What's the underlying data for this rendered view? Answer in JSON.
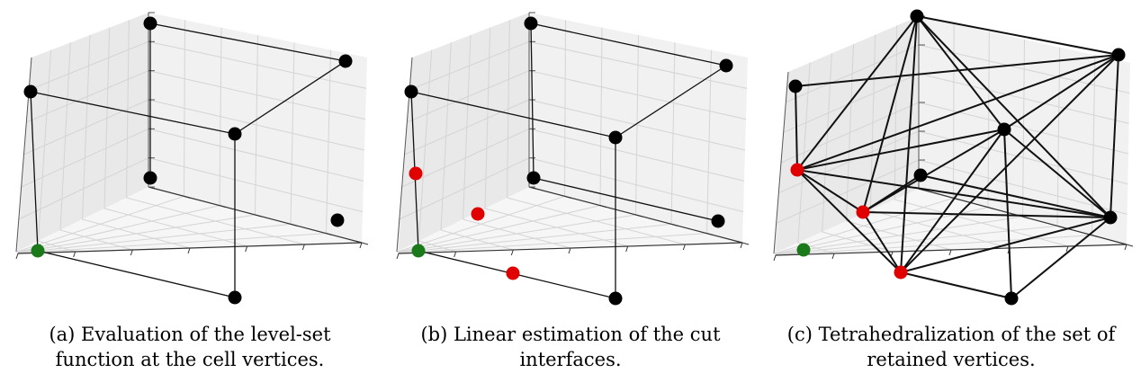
{
  "figure": {
    "panels": [
      {
        "caption_line1": "(a) Evaluation of the level-set",
        "caption_line2": "function at the cell vertices."
      },
      {
        "caption_line1": "(b) Linear estimation of the cut",
        "caption_line2": "interfaces."
      },
      {
        "caption_line1": "(c) Tetrahedralization of the set of",
        "caption_line2": "retained vertices."
      }
    ]
  },
  "colors": {
    "vertex": "#000000",
    "inside_vertex": "#1a7a1a",
    "cut_point": "#e00000",
    "pane_back": "#e9e9e9",
    "pane_side": "#f1f1f1",
    "pane_floor": "#f6f6f6",
    "grid": "#d4d4d4"
  }
}
